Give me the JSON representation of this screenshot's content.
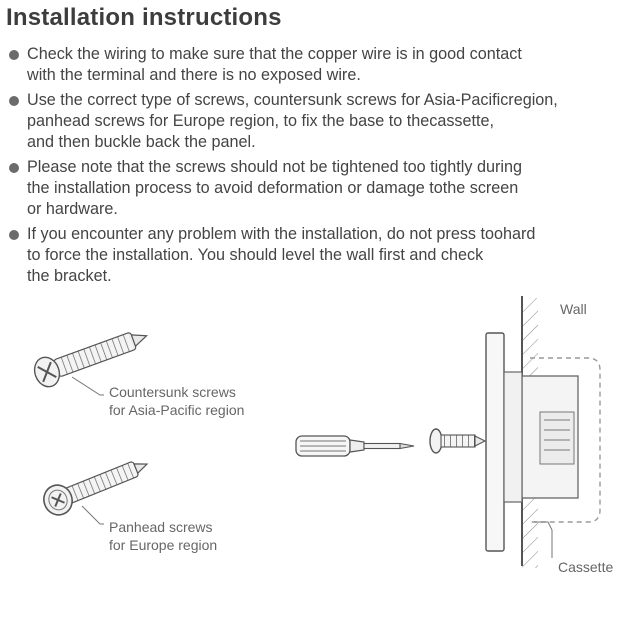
{
  "title": "Installation instructions",
  "bullets": [
    {
      "lines": [
        "Check the wiring to make sure that the copper wire is in good contact",
        "with the terminal and there is no exposed wire."
      ]
    },
    {
      "lines": [
        "Use the correct type of screws, countersunk screws for Asia-Pacificregion,",
        "panhead screws for Europe region, to fix the base to thecassette,",
        "and then buckle back the panel."
      ]
    },
    {
      "lines": [
        "Please note that the screws should not be tightened too tightly during",
        "the installation process to avoid deformation or damage tothe screen",
        "or hardware."
      ]
    },
    {
      "lines": [
        "If you encounter any problem with the installation, do not press toohard",
        "to force the installation. You should level the wall first and check",
        "the bracket."
      ]
    }
  ],
  "labels": {
    "countersunk_1": "Countersunk screws",
    "countersunk_2": "for Asia-Pacific region",
    "panhead_1": "Panhead screws",
    "panhead_2": "for Europe region",
    "wall": "Wall",
    "cassette": "Cassette"
  },
  "icons": [
    "countersunk-screw-icon",
    "panhead-screw-icon",
    "screwdriver-icon",
    "screw-icon",
    "wall-panel-icon"
  ],
  "colors": {
    "text": "#444444",
    "line": "#6b6b6b",
    "dashed": "#9a9a9a"
  }
}
